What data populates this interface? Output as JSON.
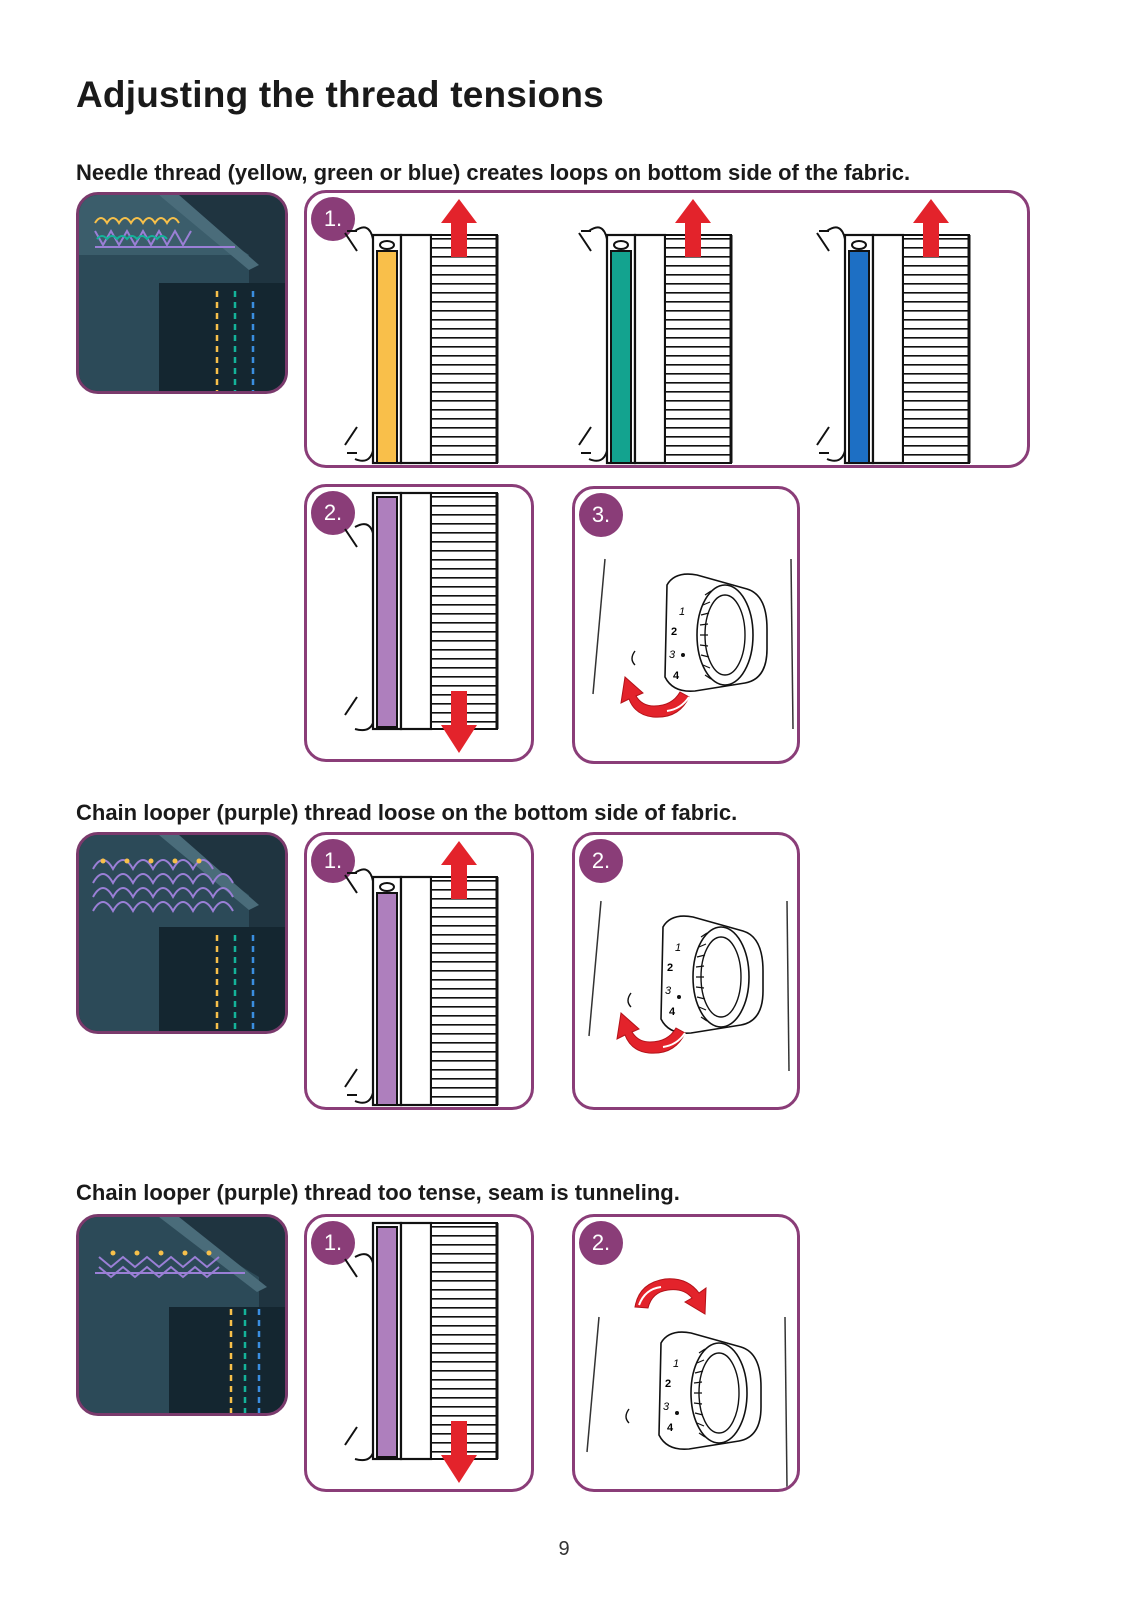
{
  "page": {
    "title": "Adjusting the thread tensions",
    "page_number": "9"
  },
  "sections": [
    {
      "heading": "Needle thread (yellow, green or blue) creates loops on bottom side of the fabric.",
      "steps": [
        "1.",
        "2.",
        "3."
      ]
    },
    {
      "heading": "Chain looper (purple) thread loose on the bottom side of fabric.",
      "steps": [
        "1.",
        "2."
      ]
    },
    {
      "heading": "Chain looper (purple) thread too tense, seam is tunneling.",
      "steps": [
        "1.",
        "2."
      ]
    }
  ],
  "dial_numbers": [
    "1",
    "2",
    "3",
    "4"
  ],
  "icons": {
    "tension_up": "red-arrow-up-icon",
    "tension_down": "red-arrow-down-icon",
    "turn_dial": "red-curved-arrow-icon"
  },
  "colors": {
    "frame": "#8a3d78",
    "arrow": "#e3232b",
    "yellow": "#f9bf4a",
    "green": "#13a38f",
    "blue": "#1d6fc4",
    "purple": "#ae7fbd"
  }
}
